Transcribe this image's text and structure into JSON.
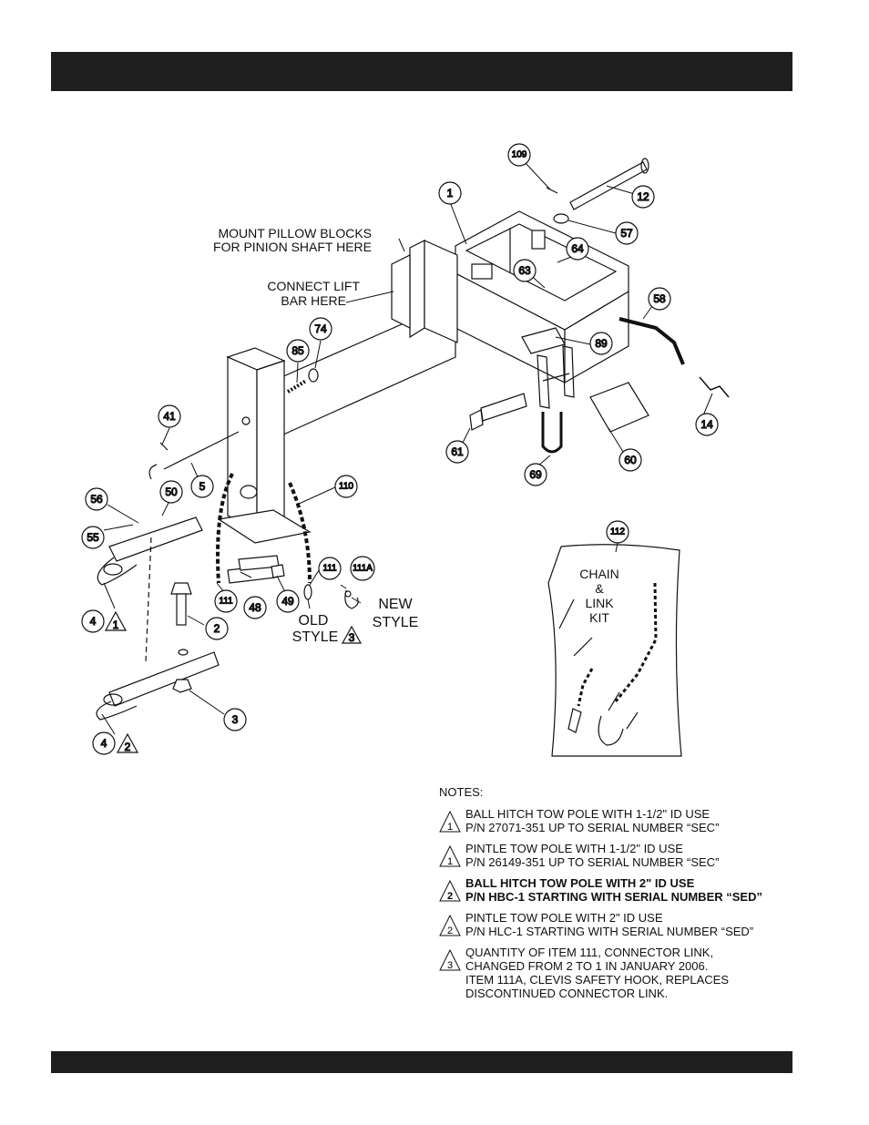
{
  "labels": {
    "mount_pillow_blocks": [
      "MOUNT PILLOW BLOCKS",
      "FOR PINION SHAFT HERE"
    ],
    "connect_lift_bar": [
      "CONNECT LIFT",
      "BAR HERE"
    ],
    "old_style": [
      "OLD",
      "STYLE"
    ],
    "new_style": [
      "NEW",
      "STYLE"
    ],
    "kit": [
      "CHAIN",
      "&",
      "LINK",
      "KIT"
    ]
  },
  "callouts": {
    "c1": "1",
    "c109": "109",
    "c12": "12",
    "c57": "57",
    "c64": "64",
    "c63": "63",
    "c58": "58",
    "c89": "89",
    "c74": "74",
    "c85": "85",
    "c14": "14",
    "c41": "41",
    "c61": "61",
    "c60": "60",
    "c69": "69",
    "c5": "5",
    "c110": "110",
    "c56": "56",
    "c50": "50",
    "c55": "55",
    "c112": "112",
    "c111a": "111A",
    "c111b": "111",
    "c111c": "111",
    "c48": "48",
    "c49": "49",
    "c4a": "4",
    "c2": "2",
    "c3": "3",
    "c4b": "4"
  },
  "triangles": {
    "t1": "1",
    "t3": "3",
    "t2": "2"
  },
  "notes": {
    "title": "NOTES:",
    "items": [
      {
        "mark": "1",
        "lines": [
          "BALL HITCH TOW POLE WITH 1-1/2\" ID USE",
          "P/N 27071-351 UP TO SERIAL NUMBER “SEC”"
        ]
      },
      {
        "mark": "1",
        "lines": [
          "PINTLE TOW POLE WITH 1-1/2\" ID USE",
          "P/N 26149-351 UP TO SERIAL NUMBER “SEC”"
        ]
      },
      {
        "mark": "2",
        "lines": [
          "BALL HITCH TOW POLE WITH 2\" ID USE",
          "P/N HBC-1 STARTING WITH SERIAL NUMBER “SED”"
        ]
      },
      {
        "mark": "2",
        "lines": [
          "PINTLE TOW POLE WITH 2\" ID USE",
          "P/N HLC-1 STARTING WITH SERIAL NUMBER “SED”"
        ]
      },
      {
        "mark": "3",
        "lines": [
          "QUANTITY OF ITEM 111, CONNECTOR LINK,",
          "CHANGED FROM 2 TO 1 IN JANUARY 2006.",
          "ITEM 111A, CLEVIS SAFETY HOOK, REPLACES",
          "DISCONTINUED CONNECTOR LINK."
        ]
      }
    ]
  }
}
